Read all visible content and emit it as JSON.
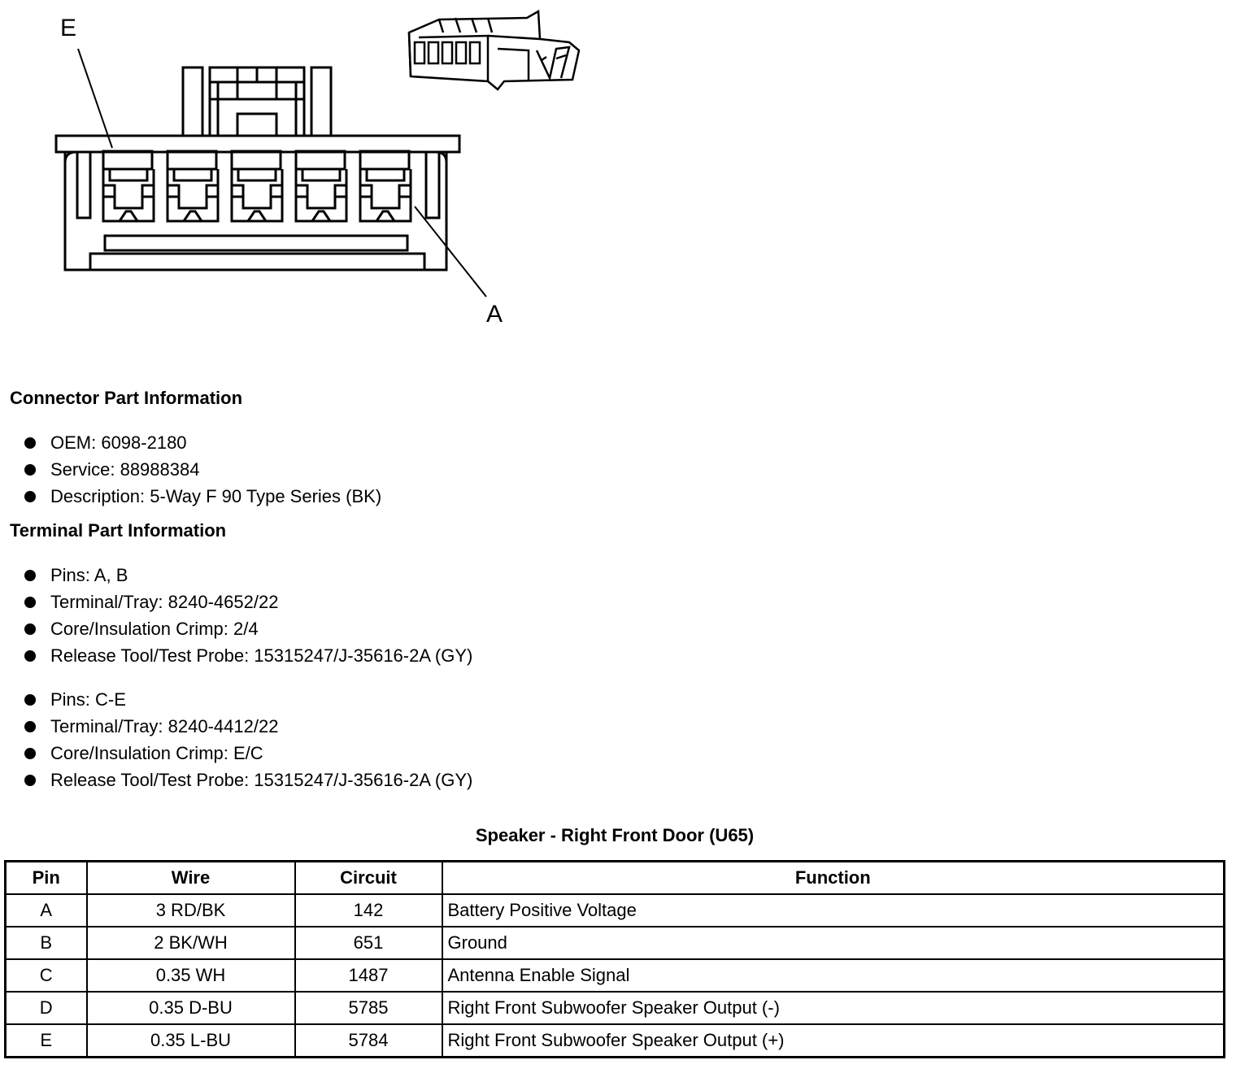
{
  "drawing": {
    "callout_top": "E",
    "callout_bottom": "A"
  },
  "connector_part_info": {
    "heading": "Connector Part Information",
    "items": [
      "OEM: 6098-2180",
      "Service: 88988384",
      "Description: 5-Way F 90 Type Series (BK)"
    ]
  },
  "terminal_part_info": {
    "heading": "Terminal Part Information",
    "groups": [
      {
        "items": [
          "Pins: A, B",
          "Terminal/Tray: 8240-4652/22",
          "Core/Insulation Crimp: 2/4",
          "Release Tool/Test Probe: 15315247/J-35616-2A (GY)"
        ]
      },
      {
        "items": [
          "Pins: C-E",
          "Terminal/Tray: 8240-4412/22",
          "Core/Insulation Crimp: E/C",
          "Release Tool/Test Probe: 15315247/J-35616-2A (GY)"
        ]
      }
    ]
  },
  "table": {
    "title": "Speaker - Right Front Door (U65)",
    "headers": [
      "Pin",
      "Wire",
      "Circuit",
      "Function"
    ],
    "rows": [
      [
        "A",
        "3 RD/BK",
        "142",
        "Battery Positive Voltage"
      ],
      [
        "B",
        "2 BK/WH",
        "651",
        "Ground"
      ],
      [
        "C",
        "0.35 WH",
        "1487",
        "Antenna Enable Signal"
      ],
      [
        "D",
        "0.35 D-BU",
        "5785",
        "Right Front Subwoofer Speaker Output (-)"
      ],
      [
        "E",
        "0.35 L-BU",
        "5784",
        "Right Front Subwoofer Speaker Output (+)"
      ]
    ]
  }
}
